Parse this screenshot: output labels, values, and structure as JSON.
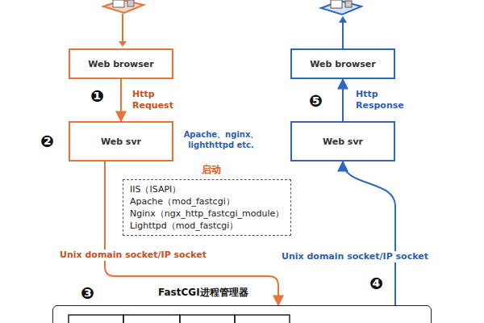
{
  "diagram": {
    "nodes": [
      {
        "text": [
          "Web browser"
        ]
      },
      {
        "text": [
          "Web browser"
        ]
      },
      {
        "text": [
          "Web svr"
        ]
      },
      {
        "text": [
          "Web svr"
        ]
      },
      {
        "text": [
          "IIS（ISAPI）",
          "Apache（mod_fastcgi）",
          "Nginx（ngx_http_fastcgi_module）",
          "Lighttpd（mod_fastcgi）"
        ]
      },
      {
        "text": [
          "FastCGI进程管理器"
        ]
      }
    ],
    "edges": [
      {
        "from": 0,
        "to": 2,
        "arrow": "to",
        "label": "Http Request"
      },
      {
        "from": 2,
        "to": 5,
        "arrow": "to",
        "label": "Unix domain socket/IP socket"
      },
      {
        "from": 5,
        "to": 3,
        "arrow": "to",
        "label": "Unix domain socket/IP socket"
      },
      {
        "from": 3,
        "to": 1,
        "arrow": "to",
        "label": "Http Response"
      }
    ],
    "labels": [
      "❶",
      "❷",
      "❸",
      "❹",
      "❺",
      "Apache、nginx、lighthttpd etc.",
      "启动"
    ]
  }
}
